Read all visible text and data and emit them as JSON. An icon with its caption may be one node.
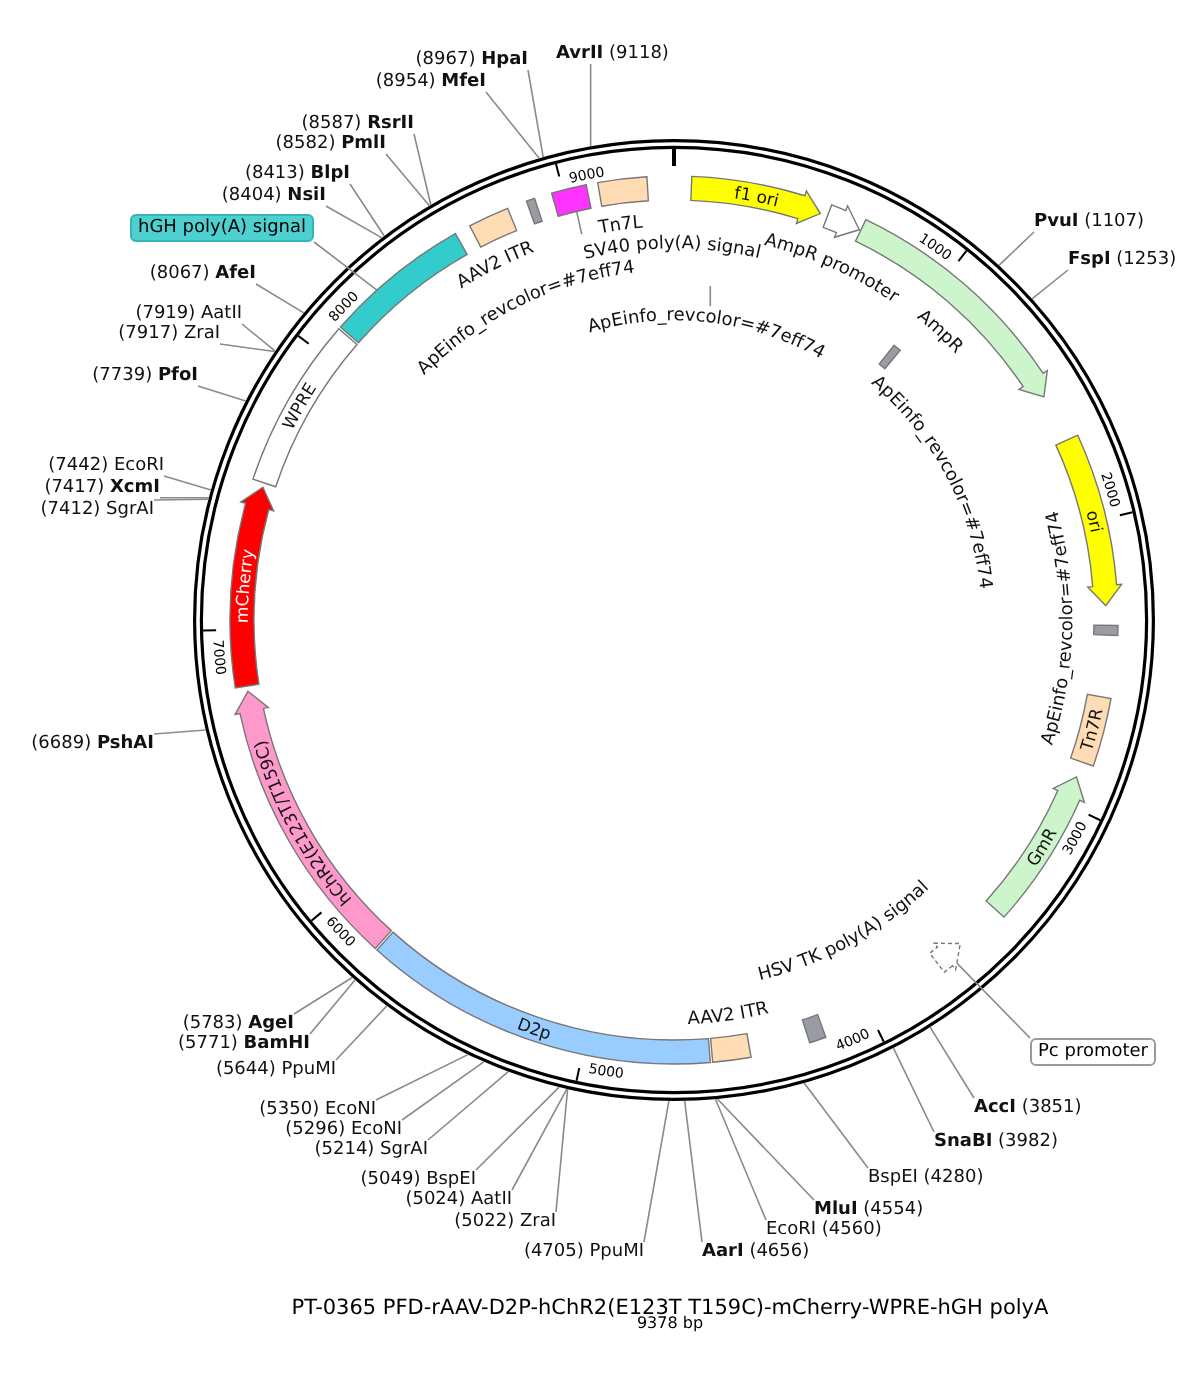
{
  "diagram": {
    "title": "PT-0365 PFD-rAAV-D2P-hChR2(E123T T159C)-mCherry-WPRE-hGH polyA",
    "nodes": [
      {
        "text": [
          "f1 ori"
        ]
      },
      {
        "text": [
          "AmpR promoter"
        ]
      },
      {
        "text": [
          "AmpR"
        ]
      },
      {
        "text": [
          "ApEinfo_revcolor=#7eff74"
        ]
      },
      {
        "text": [
          "ori"
        ]
      },
      {
        "text": [
          "ApEinfo_revcolor=#7eff74"
        ]
      },
      {
        "text": [
          "Tn7R"
        ]
      },
      {
        "text": [
          "GmR"
        ]
      },
      {
        "text": [],
        "shape": "arrow"
      },
      {
        "text": [
          "Pc promoter"
        ]
      },
      {
        "text": [
          "HSV TK poly(A) signal"
        ]
      },
      {
        "text": [
          "AAV2 ITR"
        ]
      },
      {
        "text": [
          "D2p"
        ]
      },
      {
        "text": [
          "hChR2(E123T/T159C)"
        ]
      },
      {
        "text": [
          "mCherry"
        ]
      },
      {
        "text": [
          "WPRE"
        ]
      },
      {
        "text": [],
        "shape": "bar"
      },
      {
        "text": [
          "hGH poly(A) signal"
        ]
      },
      {
        "text": [
          "AAV2 ITR"
        ]
      },
      {
        "text": [
          "ApEinfo_revcolor=#7eff74"
        ]
      },
      {
        "text": [],
        "shape": "box"
      },
      {
        "text": [
          "SV40 poly(A) signal"
        ]
      },
      {
        "text": [
          "Tn7L"
        ]
      },
      {
        "text": [
          "ApEinfo_revcolor=#7eff74"
        ]
      },
      {
        "text": [
          "**PvuI** (1107)"
        ]
      },
      {
        "text": [
          "**FspI** (1253)"
        ]
      },
      {
        "text": [
          "**AccI** (3851)"
        ]
      },
      {
        "text": [
          "**SnaBI** (3982)"
        ]
      },
      {
        "text": [
          "BspEI (4280)"
        ]
      },
      {
        "text": [
          "**MluI** (4554)"
        ]
      },
      {
        "text": [
          "EcoRI (4560)"
        ]
      },
      {
        "text": [
          "**AarI** (4656)"
        ]
      },
      {
        "text": [
          "(4705) PpuMI"
        ]
      },
      {
        "text": [
          "(5022) ZraI"
        ]
      },
      {
        "text": [
          "(5024) AatII"
        ]
      },
      {
        "text": [
          "(5049) BspEI"
        ]
      },
      {
        "text": [
          "(5214) SgrAI"
        ]
      },
      {
        "text": [
          "(5296) EcoNI"
        ]
      },
      {
        "text": [
          "(5350) EcoNI"
        ]
      },
      {
        "text": [
          "(5644) PpuMI"
        ]
      },
      {
        "text": [
          "(5771) **BamHI**"
        ]
      },
      {
        "text": [
          "(5783) **AgeI**"
        ]
      },
      {
        "text": [
          "(6689) **PshAI**"
        ]
      },
      {
        "text": [
          "(7412) SgrAI"
        ]
      },
      {
        "text": [
          "(7417) **XcmI**"
        ]
      },
      {
        "text": [
          "(7442) EcoRI"
        ]
      },
      {
        "text": [
          "(7739) **PfoI**"
        ]
      },
      {
        "text": [
          "(7917) ZraI"
        ]
      },
      {
        "text": [
          "(7919) AatII"
        ]
      },
      {
        "text": [
          "(8067) **AfeI**"
        ]
      },
      {
        "text": [
          "(8404) **NsiI**"
        ]
      },
      {
        "text": [
          "(8413) **BlpI**"
        ]
      },
      {
        "text": [
          "(8582) **PmlI**"
        ]
      },
      {
        "text": [
          "(8587) **RsrII**"
        ]
      },
      {
        "text": [
          "(8954) **MfeI**"
        ]
      },
      {
        "text": [
          "(8967) **HpaI**"
        ]
      },
      {
        "text": [
          "**AvrII** (9118)"
        ]
      }
    ],
    "edges": [
      {
        "from": 9,
        "to": 8,
        "arrow": "none"
      },
      {
        "from": 17,
        "to": 16,
        "arrow": "none"
      },
      {
        "from": 21,
        "to": 20,
        "arrow": "none"
      },
      {
        "from": 23,
        "to": null,
        "arrow": "none"
      },
      {
        "from": 24,
        "to": null,
        "arrow": "none"
      },
      {
        "from": 25,
        "to": null,
        "arrow": "none"
      },
      {
        "from": 26,
        "to": null,
        "arrow": "none"
      },
      {
        "from": 27,
        "to": null,
        "arrow": "none"
      },
      {
        "from": 28,
        "to": null,
        "arrow": "none"
      },
      {
        "from": 29,
        "to": null,
        "arrow": "none"
      },
      {
        "from": 30,
        "to": null,
        "arrow": "none"
      },
      {
        "from": 31,
        "to": null,
        "arrow": "none"
      },
      {
        "from": 32,
        "to": null,
        "arrow": "none"
      },
      {
        "from": 33,
        "to": null,
        "arrow": "none"
      },
      {
        "from": 34,
        "to": null,
        "arrow": "none"
      },
      {
        "from": 35,
        "to": null,
        "arrow": "none"
      },
      {
        "from": 36,
        "to": null,
        "arrow": "none"
      },
      {
        "from": 37,
        "to": null,
        "arrow": "none"
      },
      {
        "from": 38,
        "to": null,
        "arrow": "none"
      },
      {
        "from": 39,
        "to": null,
        "arrow": "none"
      },
      {
        "from": 40,
        "to": null,
        "arrow": "none"
      },
      {
        "from": 41,
        "to": null,
        "arrow": "none"
      },
      {
        "from": 42,
        "to": null,
        "arrow": "none"
      },
      {
        "from": 43,
        "to": null,
        "arrow": "none"
      },
      {
        "from": 44,
        "to": null,
        "arrow": "none"
      },
      {
        "from": 45,
        "to": null,
        "arrow": "none"
      },
      {
        "from": 46,
        "to": null,
        "arrow": "none"
      },
      {
        "from": 47,
        "to": null,
        "arrow": "none"
      },
      {
        "from": 48,
        "to": null,
        "arrow": "none"
      },
      {
        "from": 49,
        "to": null,
        "arrow": "none"
      },
      {
        "from": 50,
        "to": null,
        "arrow": "none"
      },
      {
        "from": 51,
        "to": null,
        "arrow": "none"
      },
      {
        "from": 52,
        "to": null,
        "arrow": "none"
      },
      {
        "from": 53,
        "to": null,
        "arrow": "none"
      },
      {
        "from": 54,
        "to": null,
        "arrow": "none"
      },
      {
        "from": 55,
        "to": null,
        "arrow": "none"
      },
      {
        "from": 56,
        "to": null,
        "arrow": "none"
      }
    ],
    "labels": [
      "1000",
      "2000",
      "3000",
      "4000",
      "5000",
      "6000",
      "7000",
      "8000",
      "9000",
      "9378 bp"
    ]
  }
}
